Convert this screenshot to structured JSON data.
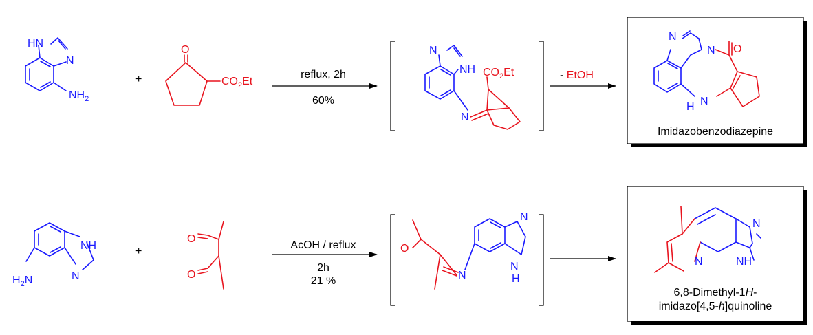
{
  "colors": {
    "scaffold": "#1a1aff",
    "reagent": "#e8141e",
    "text": "#000000",
    "shadow": "#000000"
  },
  "atoms": {
    "HN": "HN",
    "NH": "NH",
    "N": "N",
    "H": "H",
    "O": "O",
    "NH2_main": "NH",
    "NH2_sub": "2",
    "H2N_H": "H",
    "H2N_sub": "2",
    "H2N_N": "N",
    "CO2Et_co": "CO",
    "CO2Et_sub": "2",
    "CO2Et_et": "Et"
  },
  "reaction1": {
    "plus": "+",
    "conditions": "reflux, 2h",
    "yield": "60%",
    "elimination": "- EtOH",
    "elimination_dash": "- ",
    "elimination_mol": "EtOH",
    "product_name": "Imidazobenzodiazepine"
  },
  "reaction2": {
    "plus": "+",
    "conditions": "AcOH / reflux",
    "time": "2h",
    "yield": "21 %",
    "product_name_line1_pre": "6,8-Dimethyl-1",
    "product_name_line1_it": "H",
    "product_name_line1_post": "-",
    "product_name_line2_pre": "imidazo[4,5-",
    "product_name_line2_it": "h",
    "product_name_line2_post": "]quinoline"
  }
}
